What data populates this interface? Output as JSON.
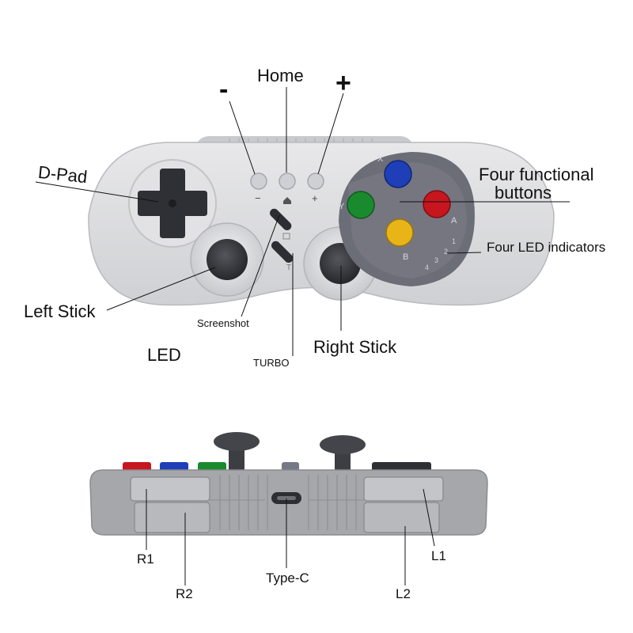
{
  "top_labels": {
    "minus": "-",
    "home": "Home",
    "plus": "+",
    "dpad": "D-Pad",
    "four_buttons_line1": "Four functional",
    "four_buttons_line2": "buttons",
    "led_indicators": "Four LED indicators",
    "left_stick": "Left Stick",
    "screenshot": "Screenshot",
    "right_stick": "Right Stick",
    "led": "LED",
    "turbo": "TURBO"
  },
  "controller_marks": {
    "minus_mark": "−",
    "plus_mark": "+",
    "x": "X",
    "y": "Y",
    "a": "A",
    "b": "B",
    "led1": "1",
    "led2": "2",
    "led3": "3",
    "led4": "4",
    "turbo_mark": "T"
  },
  "bottom_labels": {
    "r1": "R1",
    "r2": "R2",
    "type_c": "Type-C",
    "l1": "L1",
    "l2": "L2"
  },
  "colors": {
    "shell": "#d9d9dc",
    "shell_dark": "#a9a9ad",
    "button_panel": "#6d6f78",
    "x_button": "#1f3fb8",
    "y_button": "#1a8a2e",
    "a_button": "#c8161e",
    "b_button": "#e8b417",
    "stick": "#3a3b40"
  }
}
